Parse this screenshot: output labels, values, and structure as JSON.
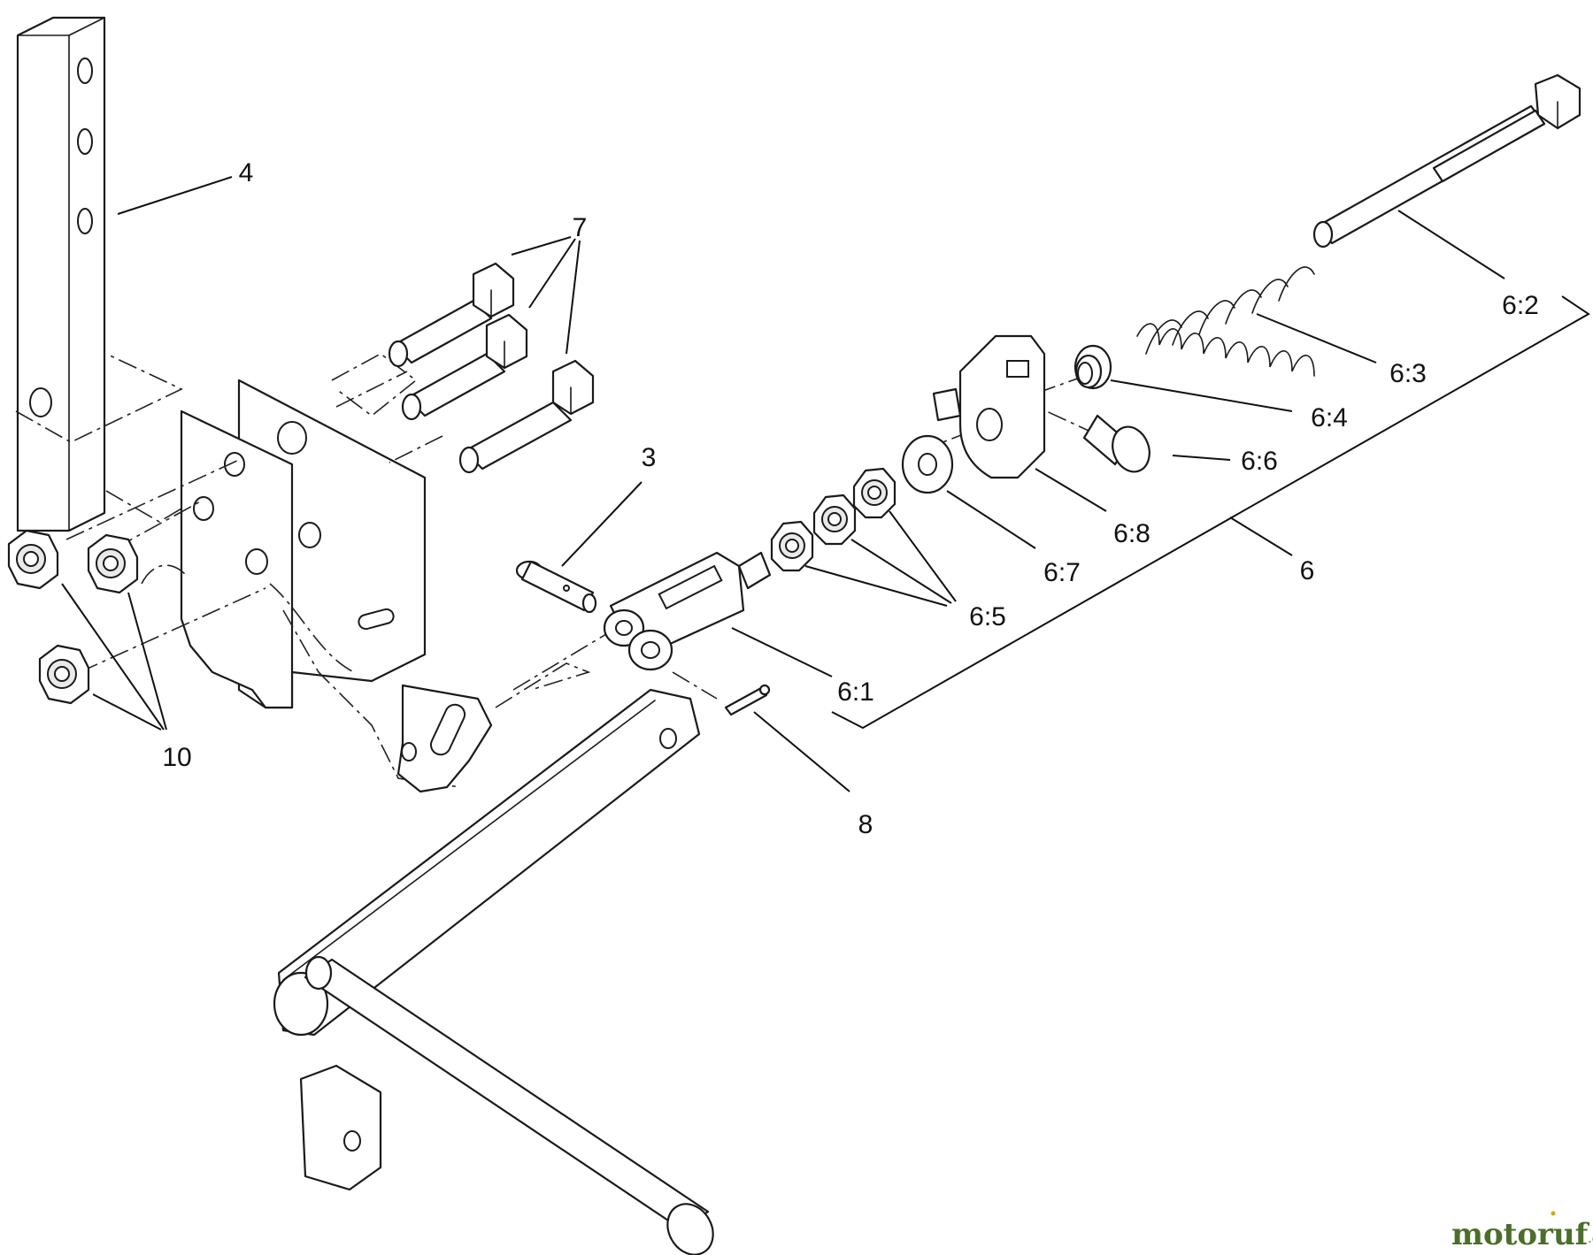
{
  "diagram": {
    "callouts": [
      {
        "id": "c-4",
        "text": "4"
      },
      {
        "id": "c-7",
        "text": "7"
      },
      {
        "id": "c-3",
        "text": "3"
      },
      {
        "id": "c-10",
        "text": "10"
      },
      {
        "id": "c-8",
        "text": "8"
      },
      {
        "id": "c-6-1",
        "text": "6:1"
      },
      {
        "id": "c-6-2",
        "text": "6:2"
      },
      {
        "id": "c-6-3",
        "text": "6:3"
      },
      {
        "id": "c-6-4",
        "text": "6:4"
      },
      {
        "id": "c-6-5",
        "text": "6:5"
      },
      {
        "id": "c-6-6",
        "text": "6:6"
      },
      {
        "id": "c-6-7",
        "text": "6:7"
      },
      {
        "id": "c-6-8",
        "text": "6:8"
      },
      {
        "id": "c-6",
        "text": "6"
      }
    ]
  },
  "watermark": {
    "brand": "motoruf",
    "suffix": ".de",
    "color_primary": "#4a6f2a",
    "color_dot": "#d9a400"
  }
}
